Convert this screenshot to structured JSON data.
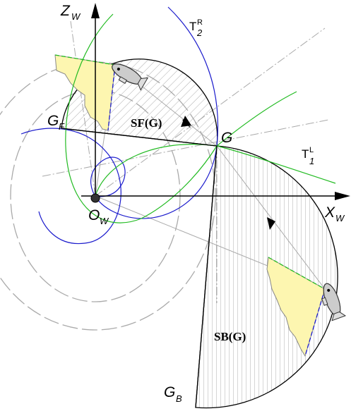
{
  "axes": {
    "z": {
      "main": "Z",
      "sub": "W"
    },
    "x": {
      "main": "X",
      "sub": "W"
    },
    "origin": {
      "main": "O",
      "sub": "W"
    }
  },
  "points": {
    "G": "G",
    "GF": {
      "main": "G",
      "sub": "F"
    },
    "GB": {
      "main": "G",
      "sub": "B"
    }
  },
  "regions": {
    "front": "SF(G)",
    "back": "SB(G)"
  },
  "curves": {
    "t2": {
      "main": "T",
      "sub": "2",
      "sup": "R"
    },
    "t1": {
      "main": "T",
      "sub": "1",
      "sup": "L"
    }
  },
  "colors": {
    "blue_curve": "#1a1acc",
    "green_curve": "#22bb22",
    "hatch": "#999999",
    "yellow_fill": "#fdf6b0",
    "dashdot": "#aaaaaa"
  }
}
